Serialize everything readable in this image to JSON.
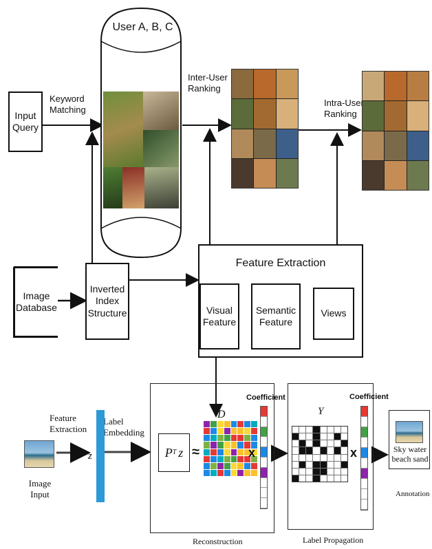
{
  "top": {
    "input_query": "Input Query",
    "keyword_matching": "Keyword Matching",
    "users_label": "User A, B, C",
    "inter_user_ranking": "Inter-User Ranking",
    "intra_user_ranking": "Intra-User Ranking",
    "image_database": "Image Database",
    "inverted_index": "Inverted Index Structure",
    "feature_extraction_title": "Feature Extraction",
    "visual_feature": "Visual Feature",
    "semantic_feature": "Semantic Feature",
    "views": "Views"
  },
  "bottom": {
    "feature_extraction": "Feature Extraction",
    "label_embedding": "Label Embedding",
    "z": "z",
    "image_input": "Image Input",
    "ptz": "P",
    "ptz_sup": "T",
    "ptz_z": "z",
    "approx": "≈",
    "d": "D",
    "times1": "x",
    "times2": "x",
    "y": "Y",
    "coefficient1": "Coefficient",
    "coefficient2": "Coefficient",
    "annotation_tags": "Sky water beach sand",
    "annotation": "Annotation",
    "reconstruction": "Reconstruction",
    "label_propagation": "Label Propagation"
  },
  "colors": {
    "blue_bar": "#2b9ad6",
    "heat": [
      "#e53935",
      "#fbc02d",
      "#43a047",
      "#1e88e5",
      "#8e24aa",
      "#fdd835",
      "#00acc1",
      "#7cb342"
    ]
  }
}
